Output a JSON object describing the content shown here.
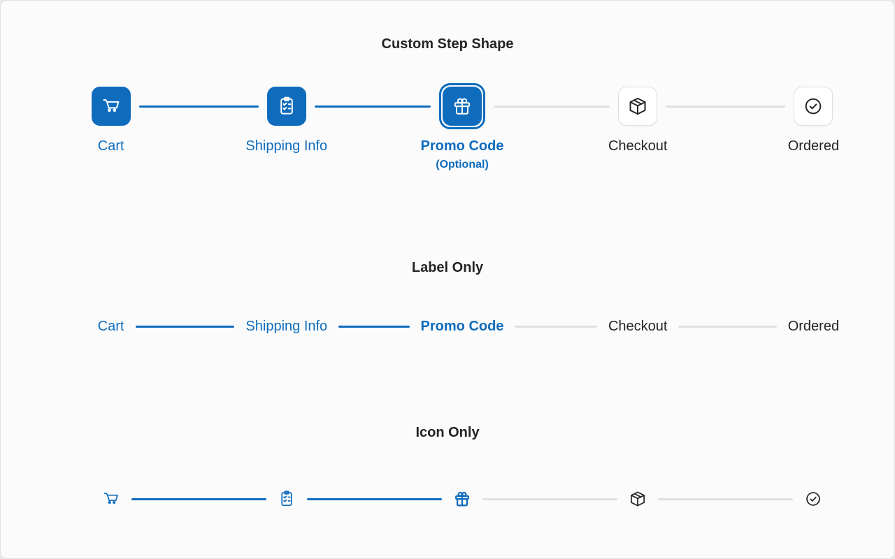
{
  "theme": {
    "brand_blue": "#0f6cbd",
    "neutral_dark": "#242424",
    "connector_gray": "#e0e0e0",
    "card_background": "#fbfbfb",
    "upcoming_box_bg": "#ffffff",
    "upcoming_box_border": "#e0e0e0"
  },
  "sections": [
    {
      "title": "Custom Step Shape",
      "variant": "icon-label",
      "steps": [
        {
          "label": "Cart",
          "icon": "cart-icon",
          "state": "completed"
        },
        {
          "label": "Shipping Info",
          "icon": "clipboard-tasklist-icon",
          "state": "completed"
        },
        {
          "label": "Promo Code",
          "sublabel": "(Optional)",
          "icon": "gift-icon",
          "state": "active"
        },
        {
          "label": "Checkout",
          "icon": "box-icon",
          "state": "upcoming"
        },
        {
          "label": "Ordered",
          "icon": "checkmark-circle-icon",
          "state": "upcoming"
        }
      ]
    },
    {
      "title": "Label Only",
      "variant": "label-only",
      "steps": [
        {
          "label": "Cart",
          "state": "completed"
        },
        {
          "label": "Shipping Info",
          "state": "completed"
        },
        {
          "label": "Promo Code",
          "state": "active"
        },
        {
          "label": "Checkout",
          "state": "upcoming"
        },
        {
          "label": "Ordered",
          "state": "upcoming"
        }
      ]
    },
    {
      "title": "Icon Only",
      "variant": "icon-only",
      "steps": [
        {
          "icon": "cart-icon",
          "state": "completed"
        },
        {
          "icon": "clipboard-tasklist-icon",
          "state": "completed"
        },
        {
          "icon": "gift-icon",
          "state": "active"
        },
        {
          "icon": "box-icon",
          "state": "upcoming"
        },
        {
          "icon": "checkmark-circle-icon",
          "state": "upcoming"
        }
      ]
    }
  ]
}
